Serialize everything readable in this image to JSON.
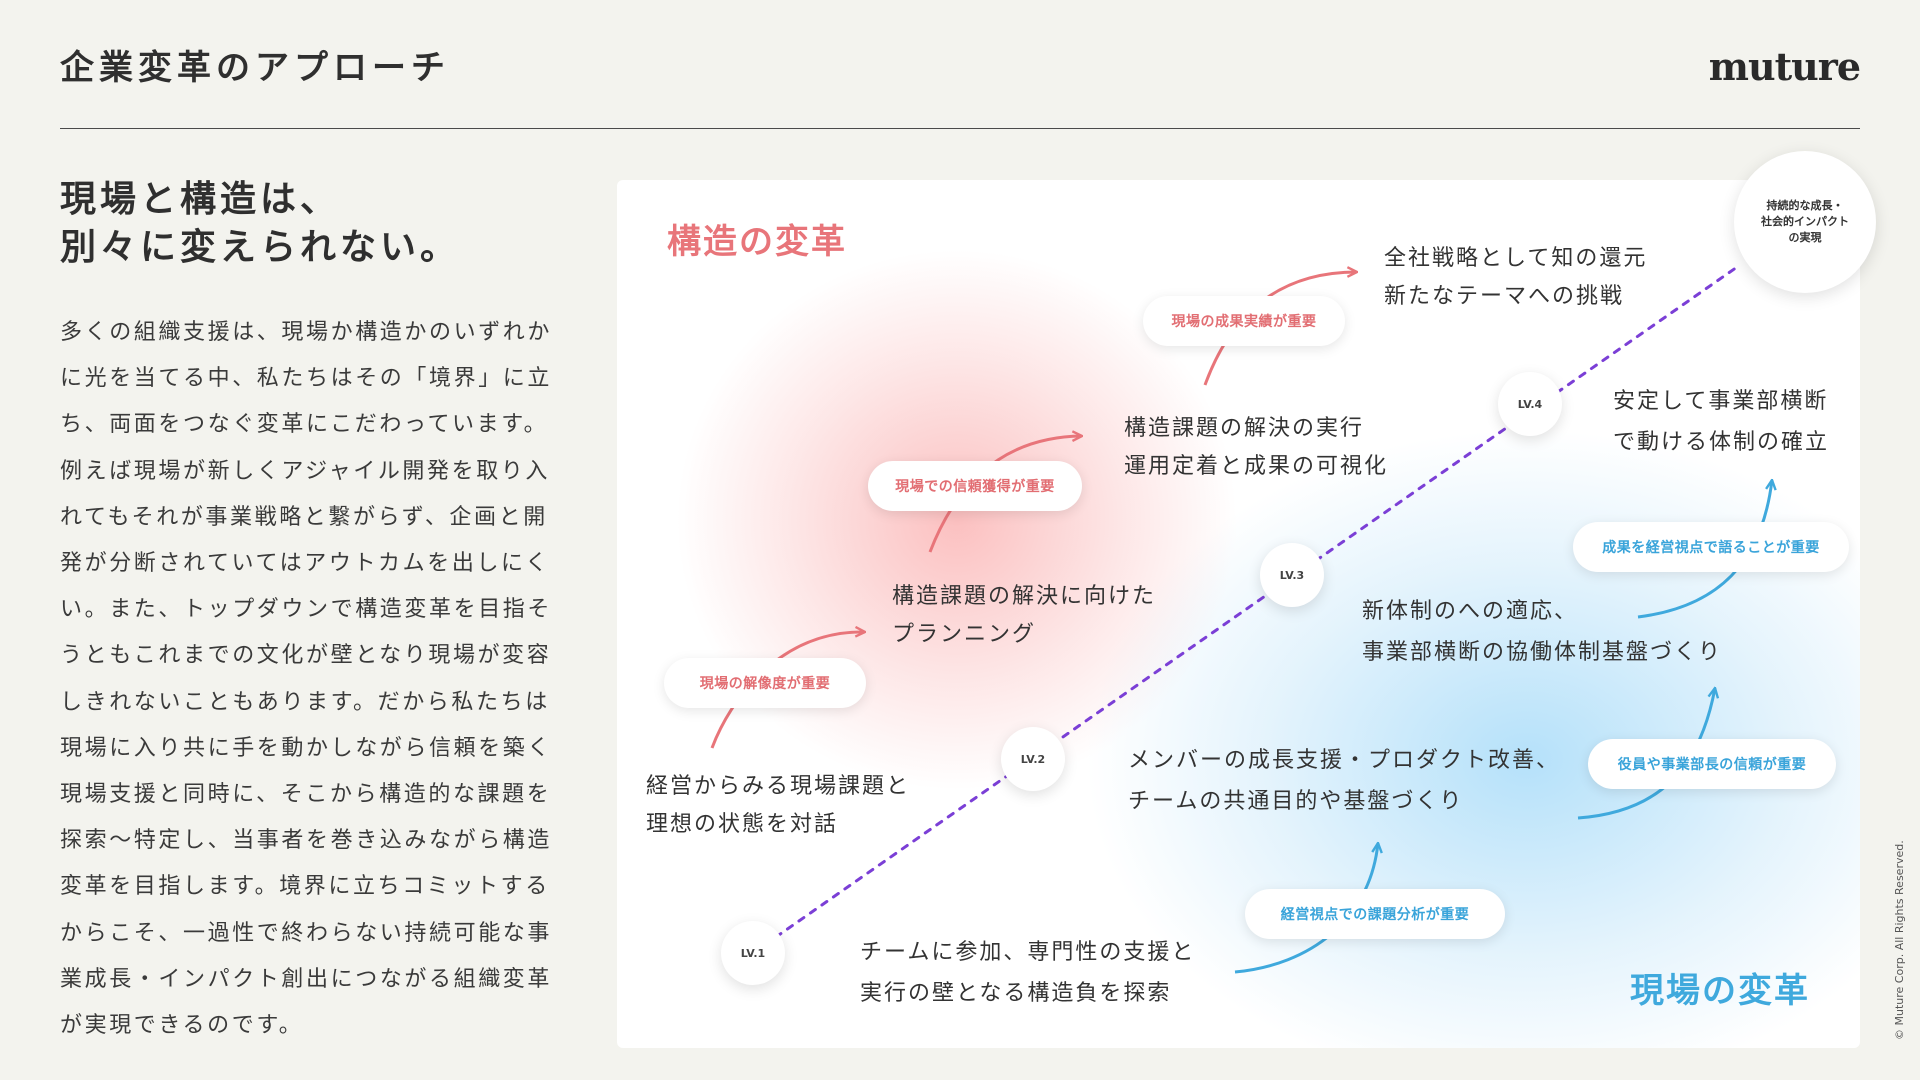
{
  "header": {
    "title": "企業変革のアプローチ",
    "logo": "muture"
  },
  "intro": {
    "headline": [
      "現場と構造は、",
      "別々に変えられない。"
    ],
    "body": [
      "多くの組織支援は、現場か構造かのいずれか",
      "に光を当てる中、私たちはその「境界」に立",
      "ち、両面をつなぐ変革にこだわっています。",
      "例えば現場が新しくアジャイル開発を取り入",
      "れてもそれが事業戦略と繋がらず、企画と開",
      "発が分断されていてはアウトカムを出しにく",
      "い。また、トップダウンで構造変革を目指そ",
      "うともこれまでの文化が壁となり現場が変容",
      "しきれないこともあります。だから私たちは",
      "現場に入り共に手を動かしながら信頼を築く",
      "現場支援と同時に、そこから構造的な課題を",
      "探索〜特定し、当事者を巻き込みながら構造",
      "変革を目指します。境界に立ちコミットする",
      "からこそ、一過性で終わらない持続可能な事",
      "業成長・インパクト創出につながる組織変革",
      "が実現できるのです。"
    ]
  },
  "diagram": {
    "structure_label": "構造の変革",
    "field_label": "現場の変革",
    "goal": [
      "持続的な成長・",
      "社会的インパクト",
      "の実現"
    ],
    "levels": [
      "LV.1",
      "LV.2",
      "LV.3",
      "LV.4"
    ],
    "structure_steps": [
      [
        "経営からみる現場課題と",
        "理想の状態を対話"
      ],
      [
        "構造課題の解決に向けた",
        "プランニング"
      ],
      [
        "構造課題の解決の実行",
        "運用定着と成果の可視化"
      ],
      [
        "全社戦略として知の還元",
        "新たなテーマへの挑戦"
      ]
    ],
    "structure_keys": [
      "現場の解像度が重要",
      "現場での信頼獲得が重要",
      "現場の成果実績が重要"
    ],
    "field_steps": [
      [
        "チームに参加、専門性の支援と",
        "実行の壁となる構造負を探索"
      ],
      [
        "メンバーの成長支援・プロダクト改善、",
        "チームの共通目的や基盤づくり"
      ],
      [
        "新体制のへの適応、",
        "事業部横断の協働体制基盤づくり"
      ],
      [
        "安定して事業部横断",
        "で動ける体制の確立"
      ]
    ],
    "field_keys": [
      "経営視点での課題分析が重要",
      "役員や事業部長の信頼が重要",
      "成果を経営視点で語ることが重要"
    ],
    "colors": {
      "structure": "#e8757a",
      "field": "#3fa9dd",
      "path": "#7b3fd6"
    }
  },
  "footer": {
    "copyright": "© Muture Corp. All Rights Reserved."
  }
}
